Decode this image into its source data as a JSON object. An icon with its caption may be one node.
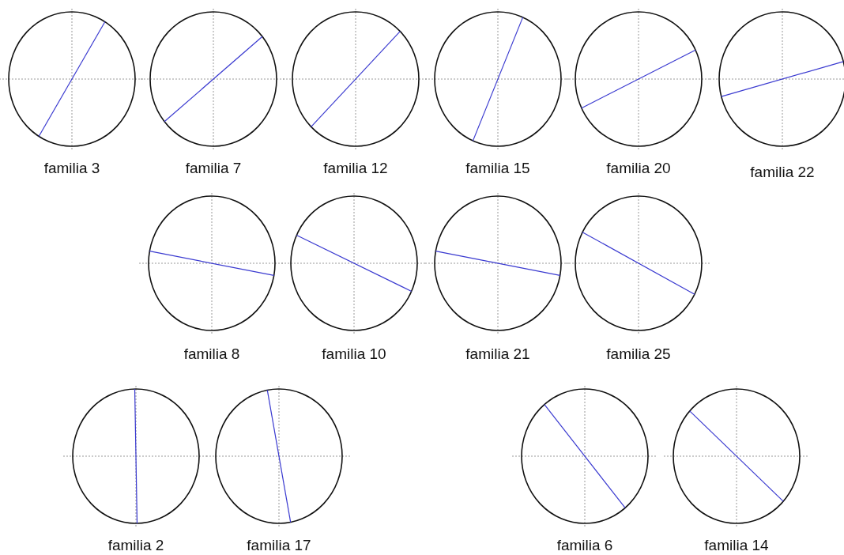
{
  "diagram": {
    "nodes": [
      {
        "text": [],
        "shape": "circle",
        "beside": [
          "familia 3"
        ]
      },
      {
        "text": [],
        "shape": "circle",
        "beside": [
          "familia 7"
        ]
      },
      {
        "text": [],
        "shape": "circle",
        "beside": [
          "familia 12"
        ]
      },
      {
        "text": [],
        "shape": "circle",
        "beside": [
          "familia 15"
        ]
      },
      {
        "text": [],
        "shape": "circle",
        "beside": [
          "familia 20"
        ]
      },
      {
        "text": [],
        "shape": "circle",
        "beside": [
          "familia 22"
        ]
      },
      {
        "text": [],
        "shape": "circle",
        "beside": [
          "familia 8"
        ]
      },
      {
        "text": [],
        "shape": "circle",
        "beside": [
          "familia 10"
        ]
      },
      {
        "text": [],
        "shape": "circle",
        "beside": [
          "familia 21"
        ]
      },
      {
        "text": [],
        "shape": "circle",
        "beside": [
          "familia 25"
        ]
      },
      {
        "text": [],
        "shape": "circle",
        "beside": [
          "familia 2"
        ]
      },
      {
        "text": [],
        "shape": "circle",
        "beside": [
          "familia 17"
        ]
      },
      {
        "text": [],
        "shape": "circle",
        "beside": [
          "familia 6"
        ]
      },
      {
        "text": [],
        "shape": "circle",
        "beside": [
          "familia 14"
        ]
      }
    ]
  }
}
